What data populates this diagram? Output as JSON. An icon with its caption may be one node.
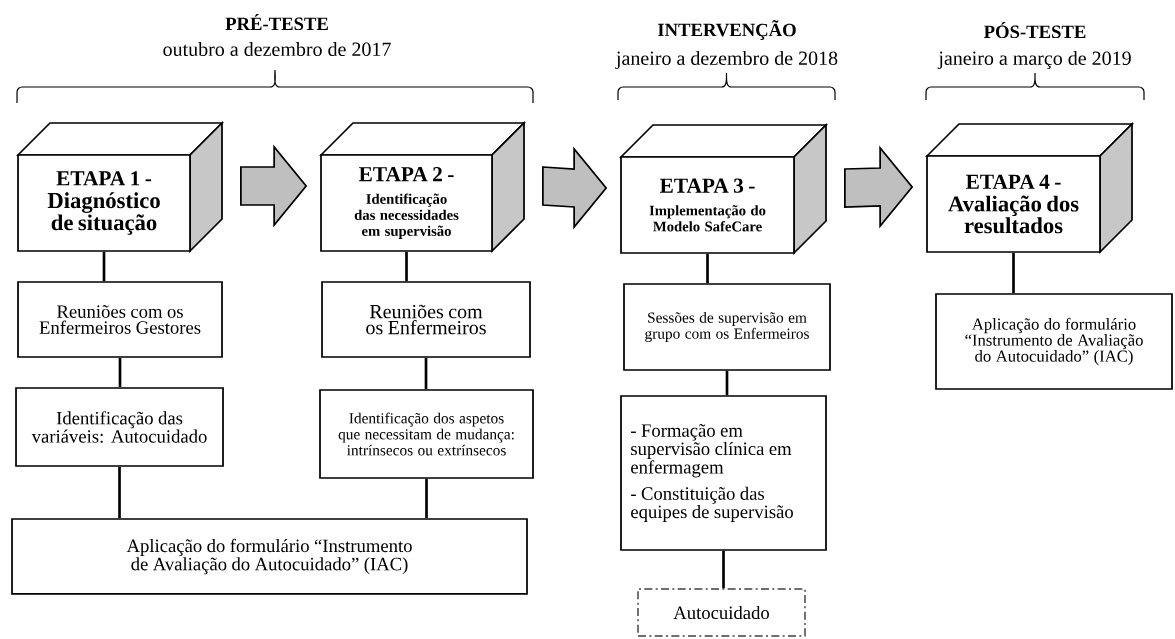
{
  "diagram": {
    "nodes": [
      {
        "text": [
          "ETAPA 1 -",
          "Diagnóstico de situação"
        ]
      },
      {
        "text": [
          "ETAPA 2 -",
          "Identificação das necessidades em supervisão"
        ]
      },
      {
        "text": [
          "ETAPA 3 -",
          "Implementação do Modelo SafeCare"
        ]
      },
      {
        "text": [
          "ETAPA 4 -",
          "Avaliação dos resultados"
        ]
      },
      {
        "text": [
          "Reuniões com os Enfermeiros Gestores"
        ]
      },
      {
        "text": [
          "Identificação das variáveis: Autocuidado"
        ]
      },
      {
        "text": [
          "Reuniões com os Enfermeiros"
        ]
      },
      {
        "text": [
          "Identificação dos aspetos que necessitam de mudança: intrínsecos ou extrínsecos"
        ]
      },
      {
        "text": [
          "Aplicação do formulário “Instrumento de Avaliação do Autocuidado” (IAC)"
        ]
      },
      {
        "text": [
          "Sessões de supervisão em grupo com os Enfermeiros"
        ]
      },
      {
        "text": [
          "- Formação em supervisão clínica em enfermagem",
          "- Constituição das equipes de supervisão"
        ]
      },
      {
        "text": [
          "Autocuidado"
        ]
      },
      {
        "text": [
          "Aplicação do formulário “Instrumento de Avaliação do Autocuidado” (IAC)"
        ]
      }
    ],
    "edges": [
      {
        "from": 0,
        "to": 1,
        "arrow": "to"
      },
      {
        "from": 1,
        "to": 2,
        "arrow": "to"
      },
      {
        "from": 2,
        "to": 3,
        "arrow": "to"
      },
      {
        "from": 0,
        "to": 4,
        "arrow": "none"
      },
      {
        "from": 4,
        "to": 5,
        "arrow": "none"
      },
      {
        "from": 5,
        "to": 8,
        "arrow": "none"
      },
      {
        "from": 1,
        "to": 6,
        "arrow": "none"
      },
      {
        "from": 6,
        "to": 7,
        "arrow": "none"
      },
      {
        "from": 7,
        "to": 8,
        "arrow": "none"
      },
      {
        "from": 2,
        "to": 9,
        "arrow": "none"
      },
      {
        "from": 9,
        "to": 10,
        "arrow": "none"
      },
      {
        "from": 10,
        "to": 11,
        "arrow": "none"
      },
      {
        "from": 3,
        "to": 12,
        "arrow": "none"
      }
    ],
    "labels": [
      "PRÉ-TESTE",
      "outubro a dezembro de 2017",
      "INTERVENÇÃO",
      "janeiro a dezembro de 2018",
      "PÓS-TESTE",
      "janeiro a março de 2019"
    ]
  }
}
